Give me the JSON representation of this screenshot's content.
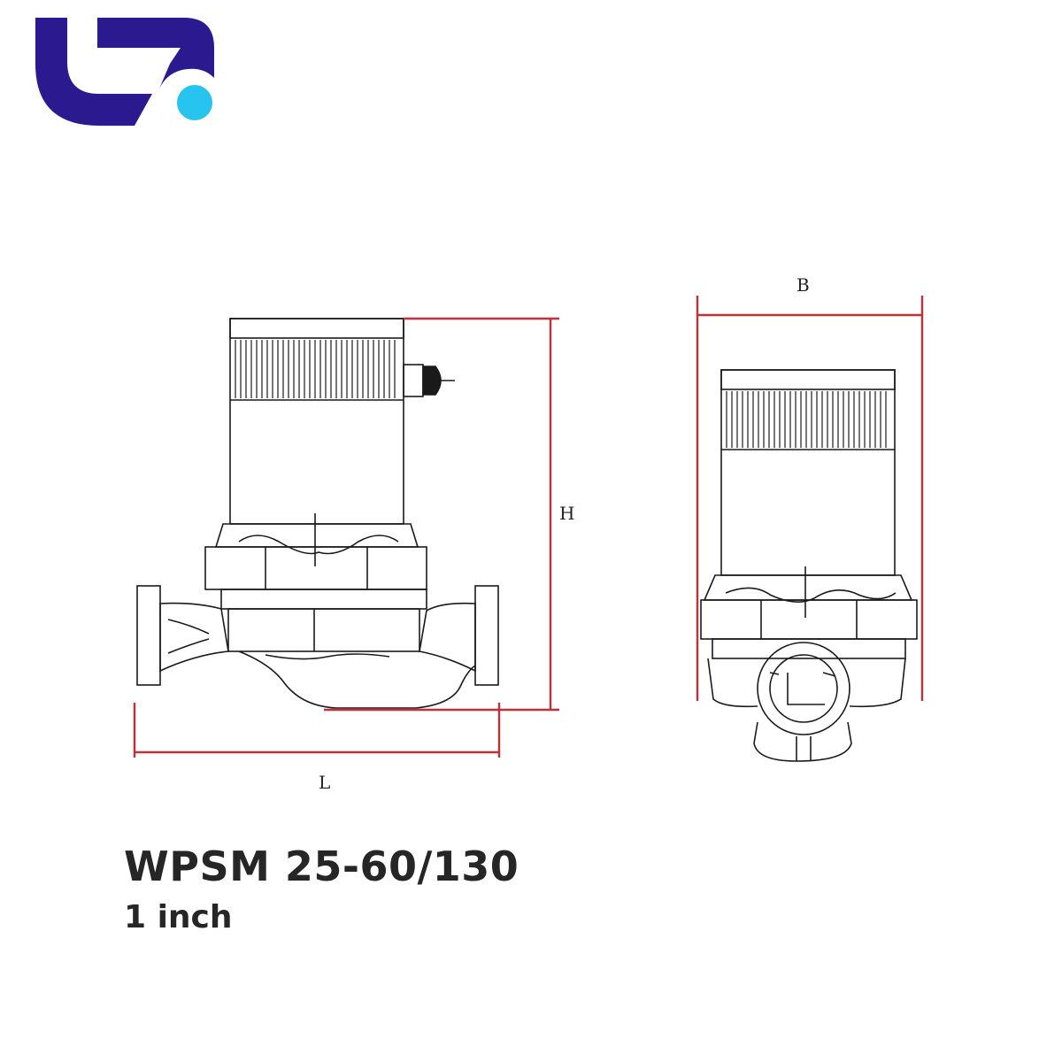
{
  "brand": {
    "logo_icon": "brand-logo-icon",
    "colors": {
      "primary": "#2b1a8f",
      "accent": "#27c4ef"
    }
  },
  "diagram": {
    "dimension_color": "#c0303a",
    "line_color": "#1a1a1a",
    "labels": {
      "height": "H",
      "length": "L",
      "width": "B"
    }
  },
  "product": {
    "model": "WPSM 25-60/130",
    "size": "1 inch"
  }
}
